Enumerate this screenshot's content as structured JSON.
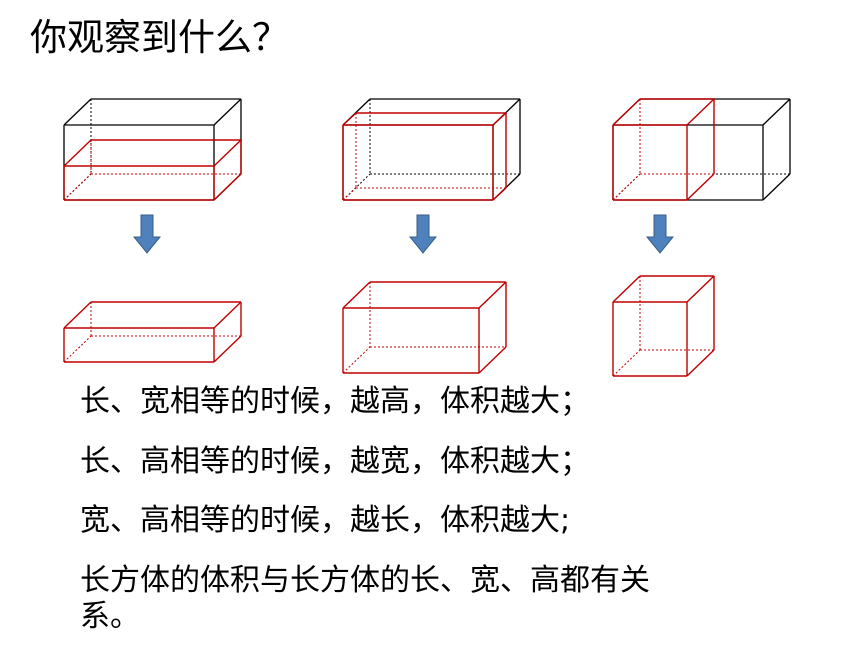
{
  "title": "你观察到什么？",
  "statements": [
    "长、宽相等的时候，越高，体积越大；",
    "长、高相等的时候，越宽，体积越大；",
    "宽、高相等的时候，越长，体积越大;",
    "长方体的体积与长方体的长、宽、高都有关",
    "系。"
  ],
  "colors": {
    "outline": "#000000",
    "highlight": "#c00000",
    "arrow_fill": "#4f81bd",
    "arrow_stroke": "#385d8a"
  }
}
